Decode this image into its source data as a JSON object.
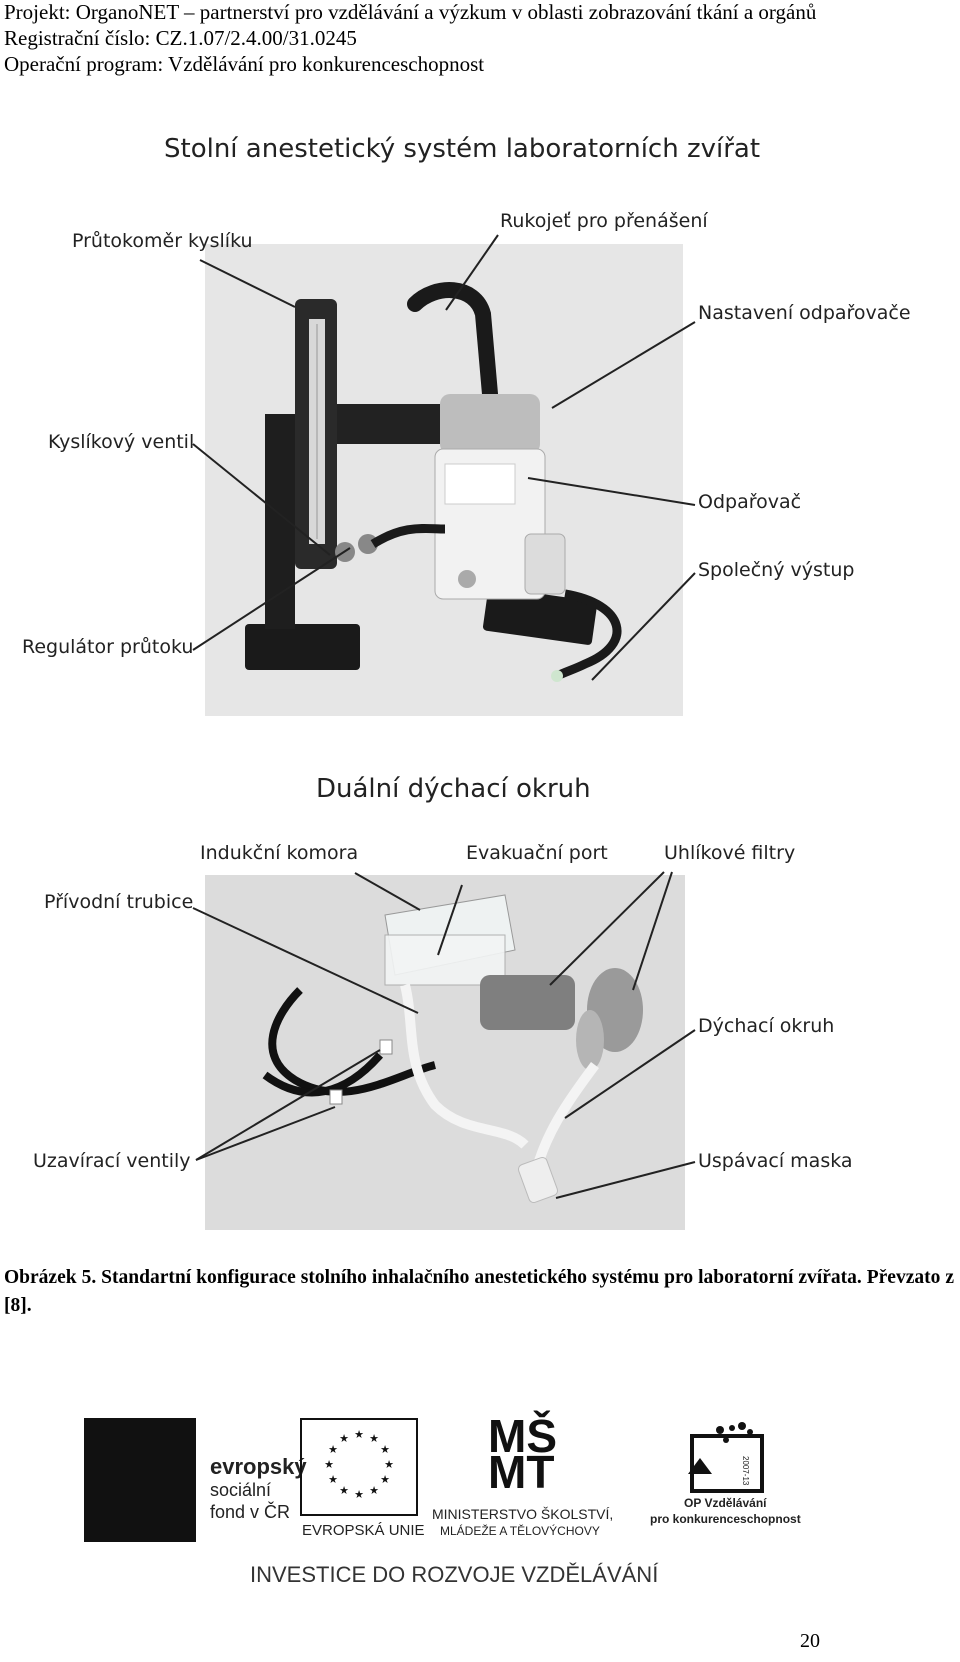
{
  "header": {
    "line1": "Projekt: OrganoNET – partnerství pro vzdělávání a výzkum v oblasti zobrazování tkání a orgánů",
    "line2": "Registrační číslo: CZ.1.07/2.4.00/31.0245",
    "line3": "Operační program: Vzdělávání pro konkurenceschopnost"
  },
  "figure1": {
    "title": "Stolní anestetický systém laboratorních zvířat",
    "labels": {
      "flowmeter": "Průtokoměr kyslíku",
      "handle": "Rukojeť pro přenášení",
      "vaporizer_setting": "Nastavení odpařovače",
      "oxygen_valve": "Kyslíkový ventil",
      "vaporizer": "Odpařovač",
      "common_outlet": "Společný výstup",
      "flow_regulator": "Regulátor průtoku"
    }
  },
  "figure2": {
    "title": "Duální dýchací okruh",
    "labels": {
      "induction_chamber": "Indukční komora",
      "evacuation_port": "Evakuační port",
      "carbon_filters": "Uhlíkové filtry",
      "supply_tube": "Přívodní trubice",
      "breathing_circuit": "Dýchací okruh",
      "shutoff_valves": "Uzavírací ventily",
      "anesthesia_mask": "Uspávací maska"
    }
  },
  "caption": "Obrázek 5. Standartní konfigurace stolního inhalačního anestetického systému pro laboratorní zvířata. Převzato z [8].",
  "footer": {
    "esf_line1": "evropský",
    "esf_line2": "sociální",
    "esf_line3": "fond v ČR",
    "eu": "EVROPSKÁ UNIE",
    "msmt_line1": "MINISTERSTVO ŠKOLSTVÍ,",
    "msmt_line2": "MLÁDEŽE A TĚLOVÝCHOVY",
    "op_line1": "OP Vzdělávání",
    "op_line2": "pro konkurenceschopnost",
    "op_years": "2007-13",
    "investment": "INVESTICE DO ROZVOJE VZDĚLÁVÁNÍ",
    "page_number": "20"
  }
}
